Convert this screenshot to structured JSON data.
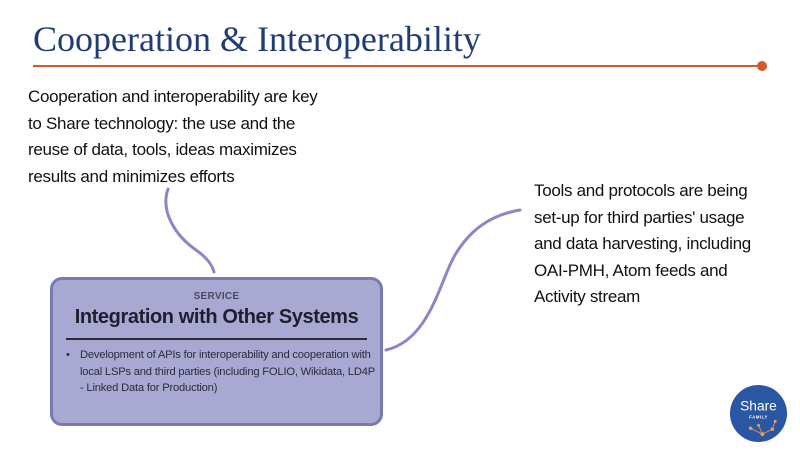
{
  "slide": {
    "title": "Cooperation & Interoperability",
    "callout_left": "Cooperation and interoperability are key to Share technology: the use and the reuse of data, tools, ideas maximizes results and minimizes efforts",
    "callout_right": "Tools and protocols are being set-up for third parties' usage and data harvesting, including OAI-PMH, Atom feeds and Activity stream"
  },
  "service_card": {
    "kicker": "SERVICE",
    "title": "Integration with Other Systems",
    "bullet": "•",
    "items": [
      "Development of APIs for interoperability and cooperation with local LSPs and third parties (including FOLIO, Wikidata, LD4P - Linked Data for Production)"
    ]
  },
  "logo": {
    "name": "share-family-logo",
    "text": "Share",
    "subtext": "FAMILY"
  },
  "colors": {
    "title": "#1f3c75",
    "accent_rule": "#d25a2c",
    "connector": "#8a87c4",
    "card_fill": "#a9a8d3",
    "card_border": "#7b79b2",
    "logo_blue": "#2957a4"
  }
}
